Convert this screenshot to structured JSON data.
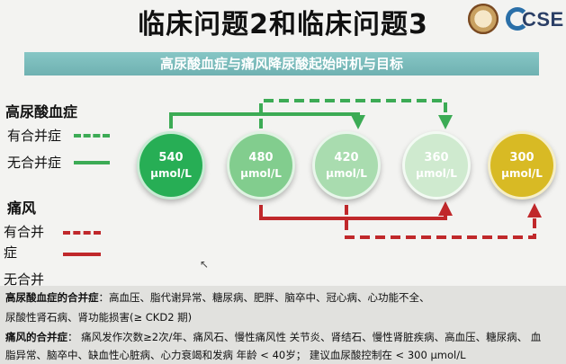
{
  "slide": {
    "title": "临床问题2和临床问题3",
    "banner": "高尿酸血症与痛风降尿酸起始时机与目标"
  },
  "logos": {
    "cse_text": "CSE"
  },
  "legend": {
    "hyperuricemia": {
      "heading": "高尿酸血症",
      "with_comorbidity": "有合并症",
      "without_comorbidity": "无合并症"
    },
    "gout": {
      "heading": "痛风",
      "with_line1": "有合并",
      "with_line2": "症",
      "without_line": "无合并"
    }
  },
  "bubbles": [
    {
      "value": "540",
      "unit": "μmol/L",
      "color": "#27ae55"
    },
    {
      "value": "480",
      "unit": "μmol/L",
      "color": "#82cd8e"
    },
    {
      "value": "420",
      "unit": "μmol/L",
      "color": "#a9dcaf"
    },
    {
      "value": "360",
      "unit": "μmol/L",
      "color": "#cfeacf"
    },
    {
      "value": "300",
      "unit": "μmol/L",
      "color": "#d8ba24"
    }
  ],
  "colors": {
    "green": "#3cab55",
    "red": "#c0282b",
    "banner": "#7dbcbc"
  },
  "footer": {
    "line1_label": "高尿酸血症的合并症",
    "line1_text": "：高血压、脂代谢异常、糖尿病、肥胖、脑卒中、冠心病、心功能不全、",
    "line2_text": "尿酸性肾石病、肾功能损害(≥ CKD2 期)",
    "line3_label": "痛风的合并症",
    "line3_text": "： 痛风发作次数≥2次/年、痛风石、慢性痛风性 关节炎、肾结石、慢性肾脏疾病、高血压、糖尿病、 血",
    "line4_text": "脂异常、脑卒中、缺血性心脏病、心力衰竭和发病 年龄 < 40岁； 建议血尿酸控制在 < 300 μmol/L"
  }
}
